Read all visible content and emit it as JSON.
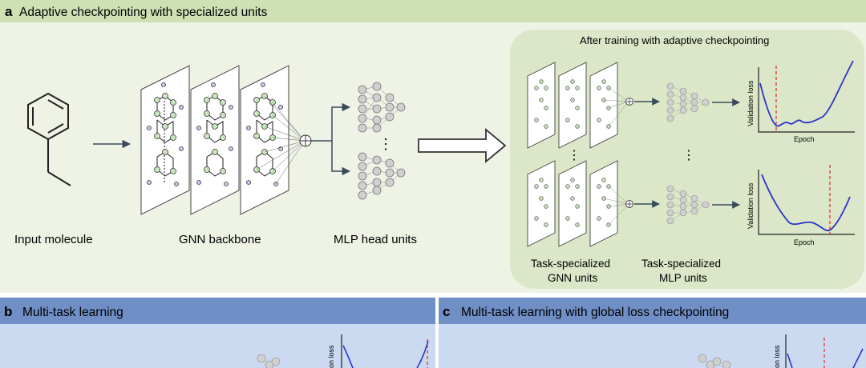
{
  "panel_a": {
    "letter": "a",
    "title": "Adaptive checkpointing with specialized units",
    "input_label": "Input molecule",
    "gnn_label": "GNN backbone",
    "mlp_label": "MLP head units",
    "after_box_title": "After training with adaptive checkpointing",
    "task_gnn_label_line1": "Task-specialized",
    "task_gnn_label_line2": "GNN units",
    "task_mlp_label_line1": "Task-specialized",
    "task_mlp_label_line2": "MLP units",
    "plot_top": {
      "ylabel": "Validation loss",
      "xlabel": "Epoch"
    },
    "plot_bottom": {
      "ylabel": "Validation loss",
      "xlabel": "Epoch"
    },
    "ellipsis": "⋮"
  },
  "panel_b": {
    "letter": "b",
    "title": "Multi-task learning",
    "ylabel_partial": "on loss"
  },
  "panel_c": {
    "letter": "c",
    "title": "Multi-task learning with global loss checkpointing",
    "ylabel_partial": "on loss"
  },
  "colors": {
    "panel_a_header": "#cfe0b4",
    "panel_a_bg": "#eef3e6",
    "after_box": "#dbe7c8",
    "panel_bc_header": "#6f8fc6",
    "panel_bc_bg": "#cbdaf0",
    "node_fill": "#c9e6c0",
    "node_alt": "#c8c8f0",
    "curve": "#2a35c8",
    "checkpoint": "#d93a2e"
  }
}
